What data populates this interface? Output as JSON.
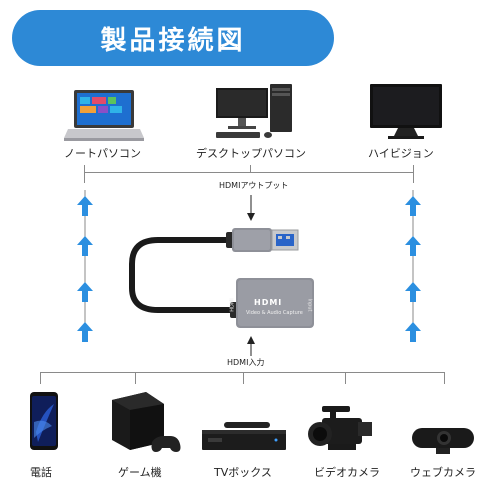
{
  "header": {
    "title": "製品接続図"
  },
  "top_devices": [
    {
      "label": "ノートパソコン",
      "icon": "laptop-icon"
    },
    {
      "label": "デスクトップパソコン",
      "icon": "desktop-pc-icon"
    },
    {
      "label": "ハイビジョン",
      "icon": "hd-tv-icon"
    }
  ],
  "bottom_devices": [
    {
      "label": "電話",
      "icon": "smartphone-icon"
    },
    {
      "label": "ゲーム機",
      "icon": "game-console-icon"
    },
    {
      "label": "TVボックス",
      "icon": "tv-box-icon"
    },
    {
      "label": "ビデオカメラ",
      "icon": "video-camera-icon"
    },
    {
      "label": "ウェブカメラ",
      "icon": "webcam-icon"
    }
  ],
  "capture": {
    "output_label": "HDMIアウトプット",
    "input_label": "HDMI入力",
    "logo": "HDMI",
    "subtitle": "Video & Audio Capture",
    "side_left": "HDMI",
    "side_right": "Input"
  },
  "colors": {
    "accent": "#2d89d6",
    "arrow": "#2b8fe0",
    "device_gray": "#8e9098"
  }
}
